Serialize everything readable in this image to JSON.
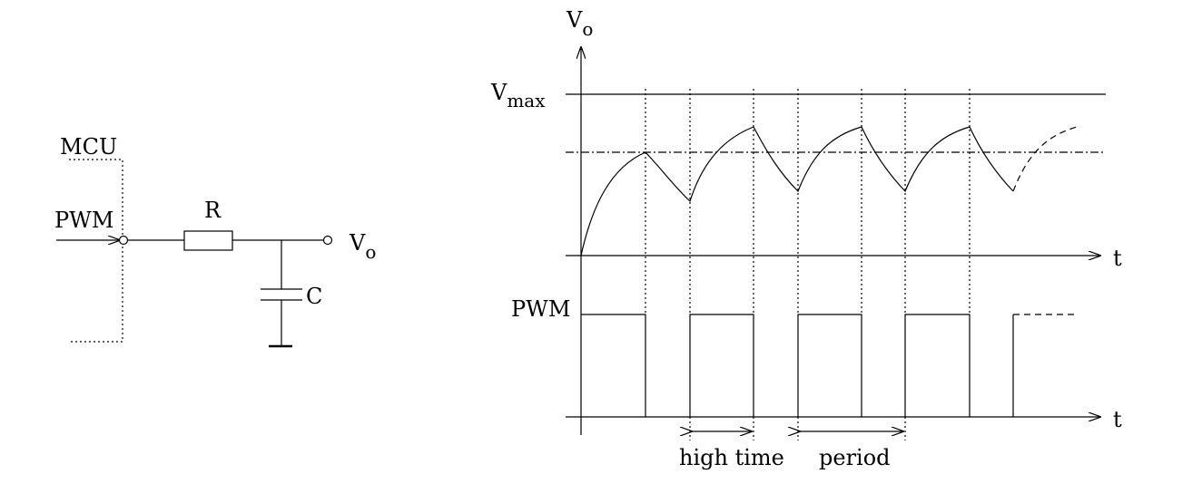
{
  "circuit": {
    "mcu_label": "MCU",
    "pwm_label": "PWM",
    "resistor_label": "R",
    "capacitor_label": "C",
    "output_label_main": "V",
    "output_label_sub": "o"
  },
  "timing": {
    "vo_axis_main": "V",
    "vo_axis_sub": "o",
    "vmax_main": "V",
    "vmax_sub": "max",
    "time_label_top": "t",
    "pwm_label": "PWM",
    "time_label_bottom": "t",
    "high_time_label": "high time",
    "period_label": "period"
  }
}
